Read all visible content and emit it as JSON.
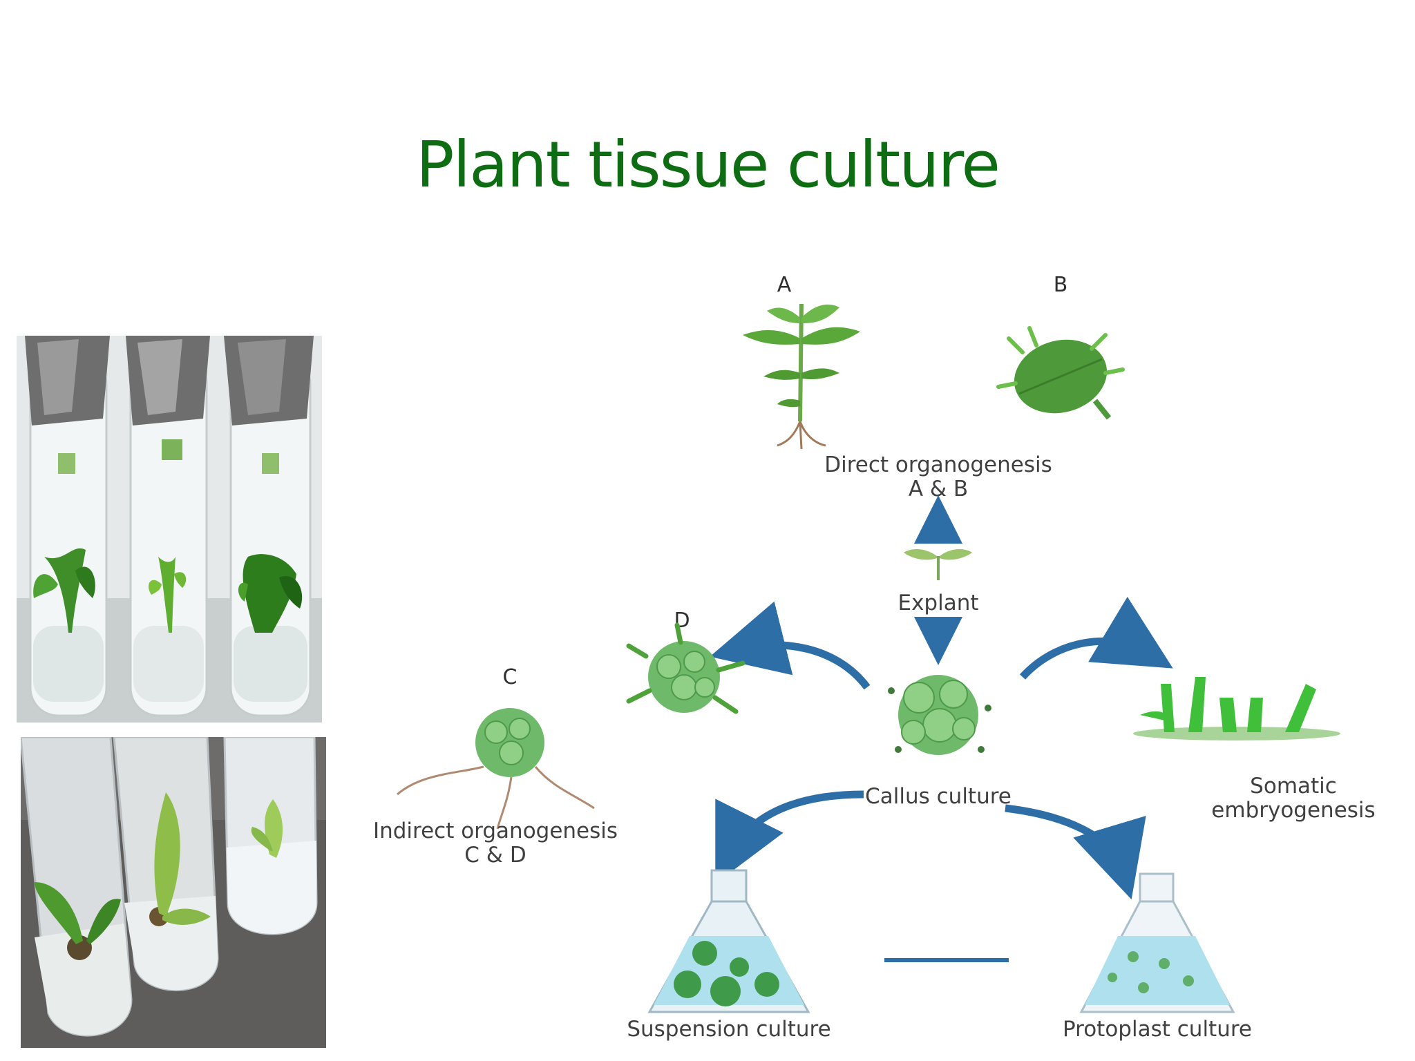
{
  "slide": {
    "title": "Plant tissue culture"
  },
  "photos": {
    "top_image": "plant-tubes-foil-caps",
    "bottom_image": "plant-tubes-angled"
  },
  "diagram": {
    "labels": {
      "a": "A",
      "b": "B",
      "c": "C",
      "d": "D",
      "direct_1": "Direct organogenesis",
      "direct_2": "A & B",
      "explant": "Explant",
      "callus": "Callus culture",
      "somatic_1": "Somatic",
      "somatic_2": "embryogenesis",
      "indirect_1": "Indirect organogenesis",
      "indirect_2": "C & D",
      "suspension": "Suspension culture",
      "protoplast": "Protoplast culture"
    },
    "colors": {
      "title": "#0e6d12",
      "arrow": "#2e6ea6",
      "plant": "#3e9b2c",
      "callus": "#6fba6a",
      "liquid": "#aee0ee"
    }
  }
}
